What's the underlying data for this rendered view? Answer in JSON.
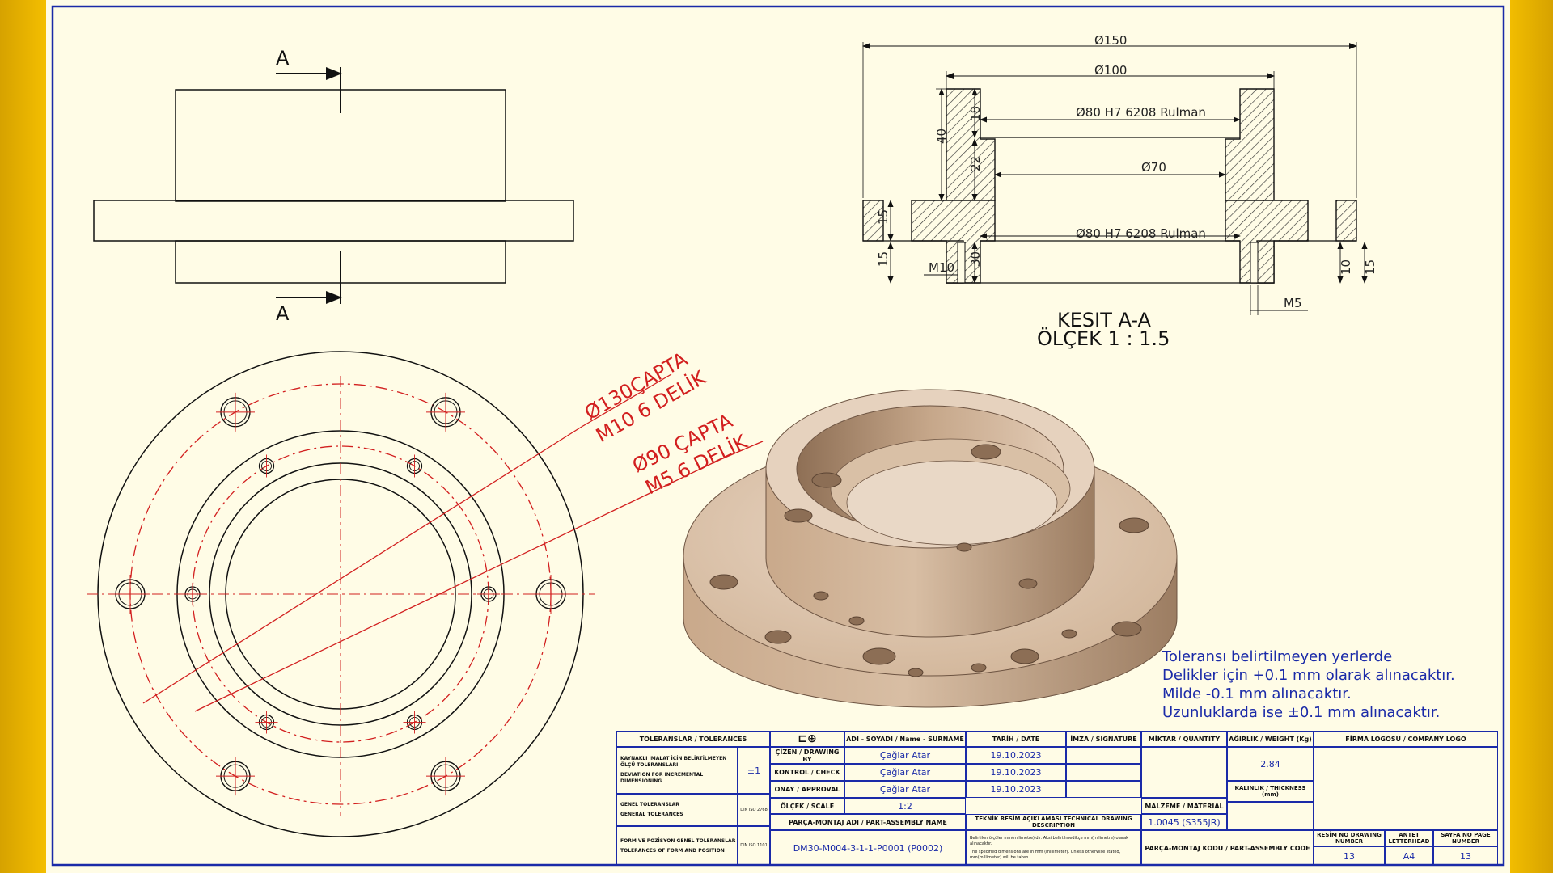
{
  "section_view": {
    "label_a_top": "A",
    "label_a_bottom": "A",
    "title": "KESIT A-A",
    "scale": "ÖLÇEK 1 : 1.5",
    "dimensions": {
      "d150": "Ø150",
      "d100": "Ø100",
      "d80_top": "Ø80 H7 6208 Rulman",
      "d70": "Ø70",
      "d80_bottom": "Ø80 H7 6208 Rulman",
      "h40": "40",
      "h18": "18",
      "h22": "22",
      "h15a": "15",
      "h15b": "15",
      "h30": "30",
      "m10": "M10",
      "m5": "M5",
      "h10": "10",
      "h15c": "15"
    }
  },
  "hole_callouts": {
    "outer_line1": "Ø130ÇAPTA",
    "outer_line2": "M10 6 DELİK",
    "inner_line1": "Ø90 ÇAPTA",
    "inner_line2": "M5 6 DELİK"
  },
  "notes": [
    "Toleransı belirtilmeyen yerlerde",
    "Delikler için +0.1 mm olarak alınacaktır.",
    "Milde -0.1 mm alınacaktır.",
    "Uzunluklarda ise ±0.1 mm alınacaktır."
  ],
  "title_block": {
    "tolerances_header": "TOLERANSLAR / TOLERANCES",
    "name_header": "ADI - SOYADI / Name - SURNAME",
    "date_header": "TARİH / DATE",
    "signature_header": "İMZA / SIGNATURE",
    "quantity_header": "MİKTAR / QUANTITY",
    "weight_header": "AĞIRLIK / WEIGHT (Kg)",
    "logo_header": "FİRMA LOGOSU / COMPANY LOGO",
    "welded_tol": "KAYNAKLI İMALAT İÇİN BELİRTİLMEYEN ÖLÇÜ TOLERANSLARI",
    "incremental": "DEVIATION FOR INCREMENTAL DIMENSIONING",
    "tol_value": "±1",
    "general_tol_tr": "GENEL TOLERANSLAR",
    "general_tol_en": "GENERAL TOLERANCES",
    "din_2768": "DIN ISO 2768",
    "form_tol_tr": "FORM VE POZİSYON GENEL TOLERANSLAR",
    "form_tol_en": "TOLERANCES OF FORM AND POSITION",
    "din_1101": "DIN ISO 1101",
    "drawing_by_label": "ÇİZEN / DRAWING BY",
    "check_label": "KONTROL / CHECK",
    "approval_label": "ONAY / APPROVAL",
    "scale_label": "ÖLÇEK / SCALE",
    "drawn_by": "Çağlar Atar",
    "checked_by": "Çağlar Atar",
    "approved_by": "Çağlar Atar",
    "date_drawn": "19.10.2023",
    "date_checked": "19.10.2023",
    "date_approved": "19.10.2023",
    "scale_value": "1:2",
    "weight_value": "2.84",
    "material_label": "MALZEME / MATERIAL",
    "thickness_label": "KALINLIK / THICKNESS (mm)",
    "material_value": "1.0045 (S355JR)",
    "part_name_label": "PARÇA-MONTAJ ADI / PART-ASSEMBLY NAME",
    "part_name_value": "DM30-M004-3-1-1-P0001 (P0002)",
    "description_label": "TEKNİK RESİM AÇIKLAMASI TECHNICAL DRAWING DESCRIPTION",
    "description_tr": "Belirtilen ölçüler mm(milimetre)'dir. Aksi belirtilmedikçe mm(milimetre) olarak alınacaktır.",
    "description_en": "The specified dimensions are in mm (millimeter). Unless otherwise stated, mm(millimeter) will be taken",
    "part_code_label": "PARÇA-MONTAJ KODU / PART-ASSEMBLY CODE",
    "drawing_number_label": "RESİM NO DRAWING NUMBER",
    "letterhead_label": "ANTET LETTERHEAD",
    "page_number_label": "SAYFA NO PAGE NUMBER",
    "drawing_number": "13",
    "letterhead": "A4",
    "page_number": "13"
  },
  "colors": {
    "frame": "#1a2aa8",
    "callout": "#d21f1f",
    "background": "#fffce6",
    "border": "#f4bf00",
    "part": "#d2b69a"
  }
}
